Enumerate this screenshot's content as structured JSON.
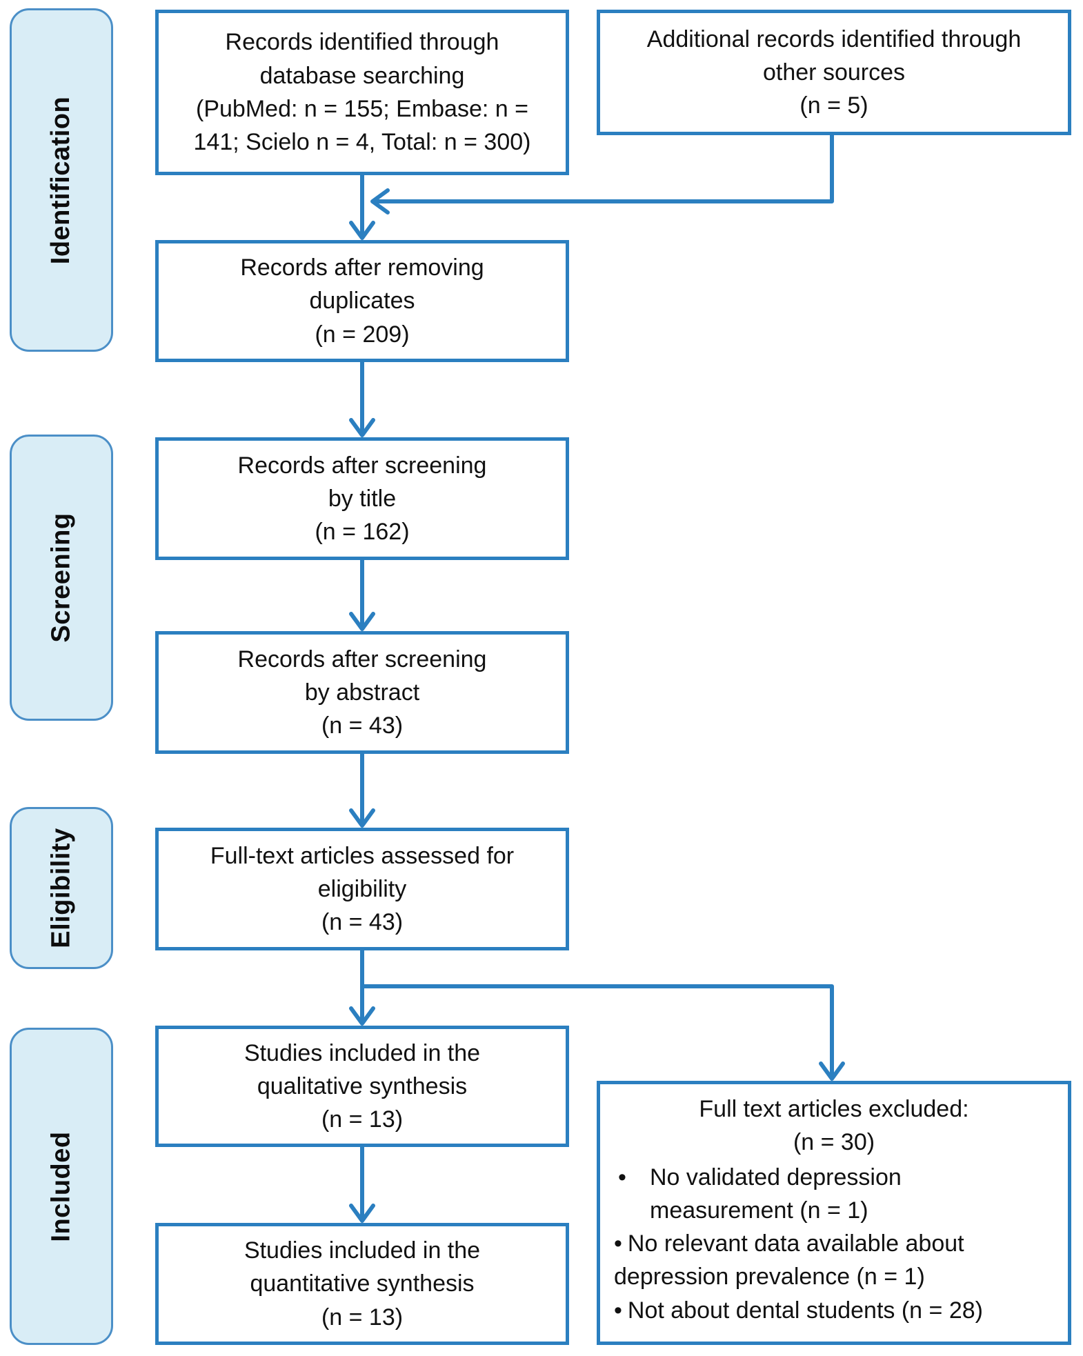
{
  "stages": {
    "identification": "Identification",
    "screening": "Screening",
    "eligibility": "Eligibility",
    "included": "Included"
  },
  "flow": {
    "records_identified": "Records identified through\ndatabase searching\n(PubMed: n = 155; Embase: n =\n141; Scielo n = 4, Total: n = 300)",
    "additional_records": "Additional records identified through\nother sources\n(n = 5)",
    "after_duplicates": "Records after removing\nduplicates\n(n = 209)",
    "after_title_screening": "Records after screening\nby title\n(n = 162)",
    "after_abstract_screening": "Records after screening\nby abstract\n(n = 43)",
    "fulltext_assessed": "Full-text articles assessed for\neligibility\n(n = 43)",
    "qualitative_included": "Studies included in the\nqualitative synthesis\n(n = 13)",
    "quantitative_included": "Studies included in the\nquantitative synthesis\n(n = 13)"
  },
  "excluded": {
    "title": "Full text articles excluded:",
    "count": "(n = 30)",
    "bullet": "•",
    "reasons": [
      "No validated depression measurement (n = 1)",
      "No relevant data available about depression prevalence (n = 1)",
      "Not about dental students (n = 28)"
    ]
  },
  "colors": {
    "line_blue": "#2b7fc0",
    "stage_fill": "#d9edf6",
    "stage_border": "#4b8fc7",
    "text": "#111111"
  }
}
